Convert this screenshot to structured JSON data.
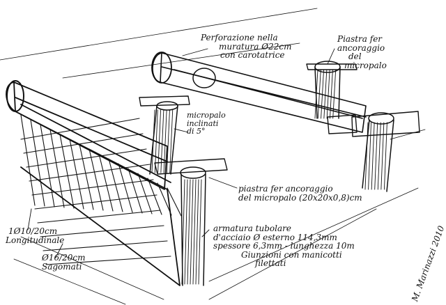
{
  "labels": {
    "perforazione": [
      "Perforazione nella",
      "muratura Ø22cm",
      "con carotatrice"
    ],
    "piastra_top": [
      "Piastra fer",
      "ancoraggio",
      "del",
      "micropalo"
    ],
    "micropalo": [
      "micropalo",
      "inclinati",
      "di 5°"
    ],
    "piastra_bottom": [
      "piastra fer ancoraggio",
      "del micropalo (20x20x0,8)cm"
    ],
    "armatura": [
      "armatura tubolare",
      "d'acciaio Ø esterno 114,3mm",
      "spessore 6,3mm - lunghezza 10m",
      "Giunzioni con manicotti",
      "filettati"
    ],
    "long_bars": [
      "1Ø10/20cm",
      "Longitudinale"
    ],
    "stirrups": [
      "Ø16/20cm",
      "Sagomati"
    ]
  },
  "signature": "M. Marinazzi 2010",
  "stroke_color": "#111111"
}
